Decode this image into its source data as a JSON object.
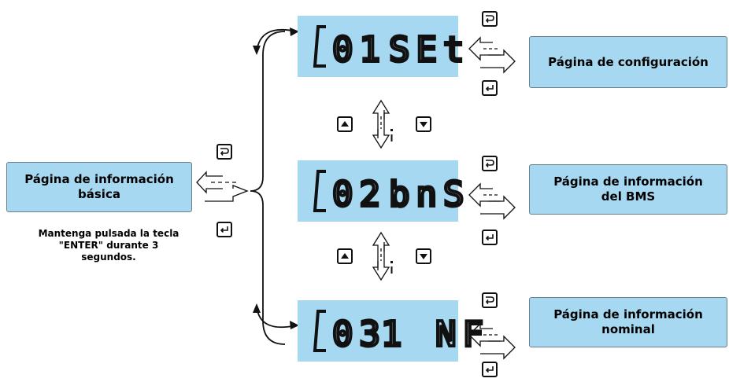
{
  "screens": [
    {
      "num": "01",
      "code": "SEt"
    },
    {
      "num": "02",
      "code": "bnS"
    },
    {
      "num": "03",
      "code": "1 NF"
    }
  ],
  "left_box": {
    "line1": "Página de información",
    "line2": "básica"
  },
  "note": {
    "line1": "Mantenga pulsada la tecla",
    "line2": "\"ENTER\" durante 3",
    "line3": "segundos."
  },
  "right_boxes": [
    {
      "line1": "Página de configuración",
      "line2": ""
    },
    {
      "line1": "Página de información",
      "line2": "del BMS"
    },
    {
      "line1": "Página de información",
      "line2": "nominal"
    }
  ],
  "icons": [
    "return-key-icon",
    "enter-key-icon",
    "up-key-icon",
    "down-key-icon"
  ]
}
